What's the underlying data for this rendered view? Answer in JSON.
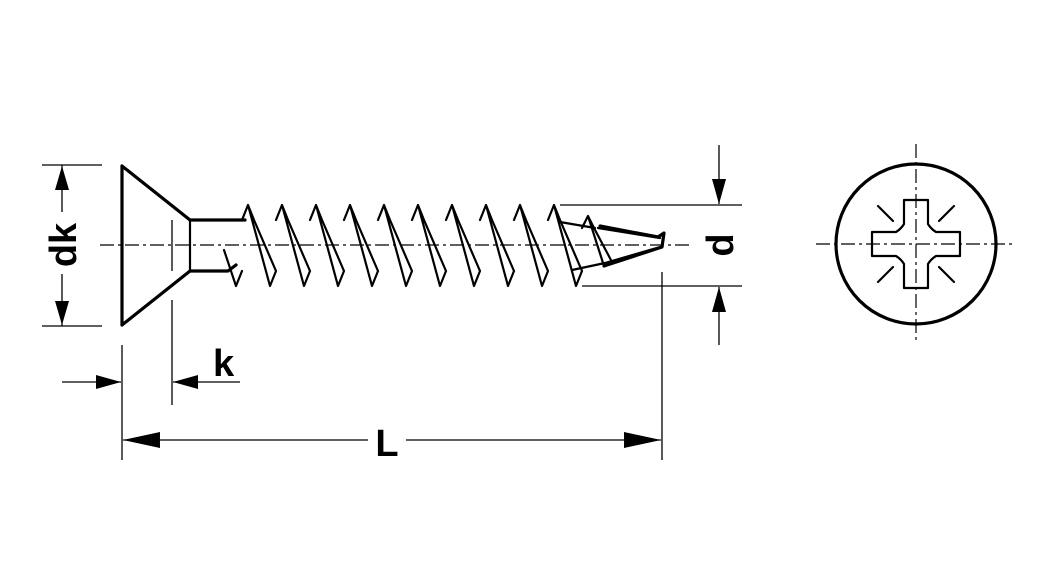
{
  "labels": {
    "head_diameter": "dk",
    "head_height": "k",
    "length": "L",
    "thread_diameter": "d"
  },
  "colors": {
    "line": "#000000",
    "background": "#ffffff"
  }
}
